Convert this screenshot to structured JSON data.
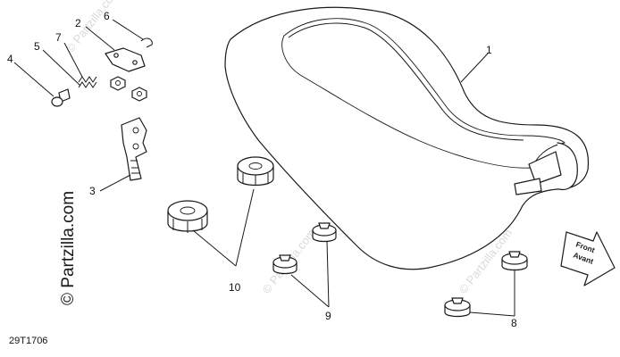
{
  "figure_code": "29T1706",
  "watermark": {
    "side_text": "© Partzilla.com",
    "faint_text": "© Partzilla.com"
  },
  "direction_arrow": {
    "line1": "Front",
    "line2": "Avant"
  },
  "callouts": [
    "1",
    "2",
    "3",
    "4",
    "5",
    "6",
    "7",
    "8",
    "9",
    "10"
  ]
}
